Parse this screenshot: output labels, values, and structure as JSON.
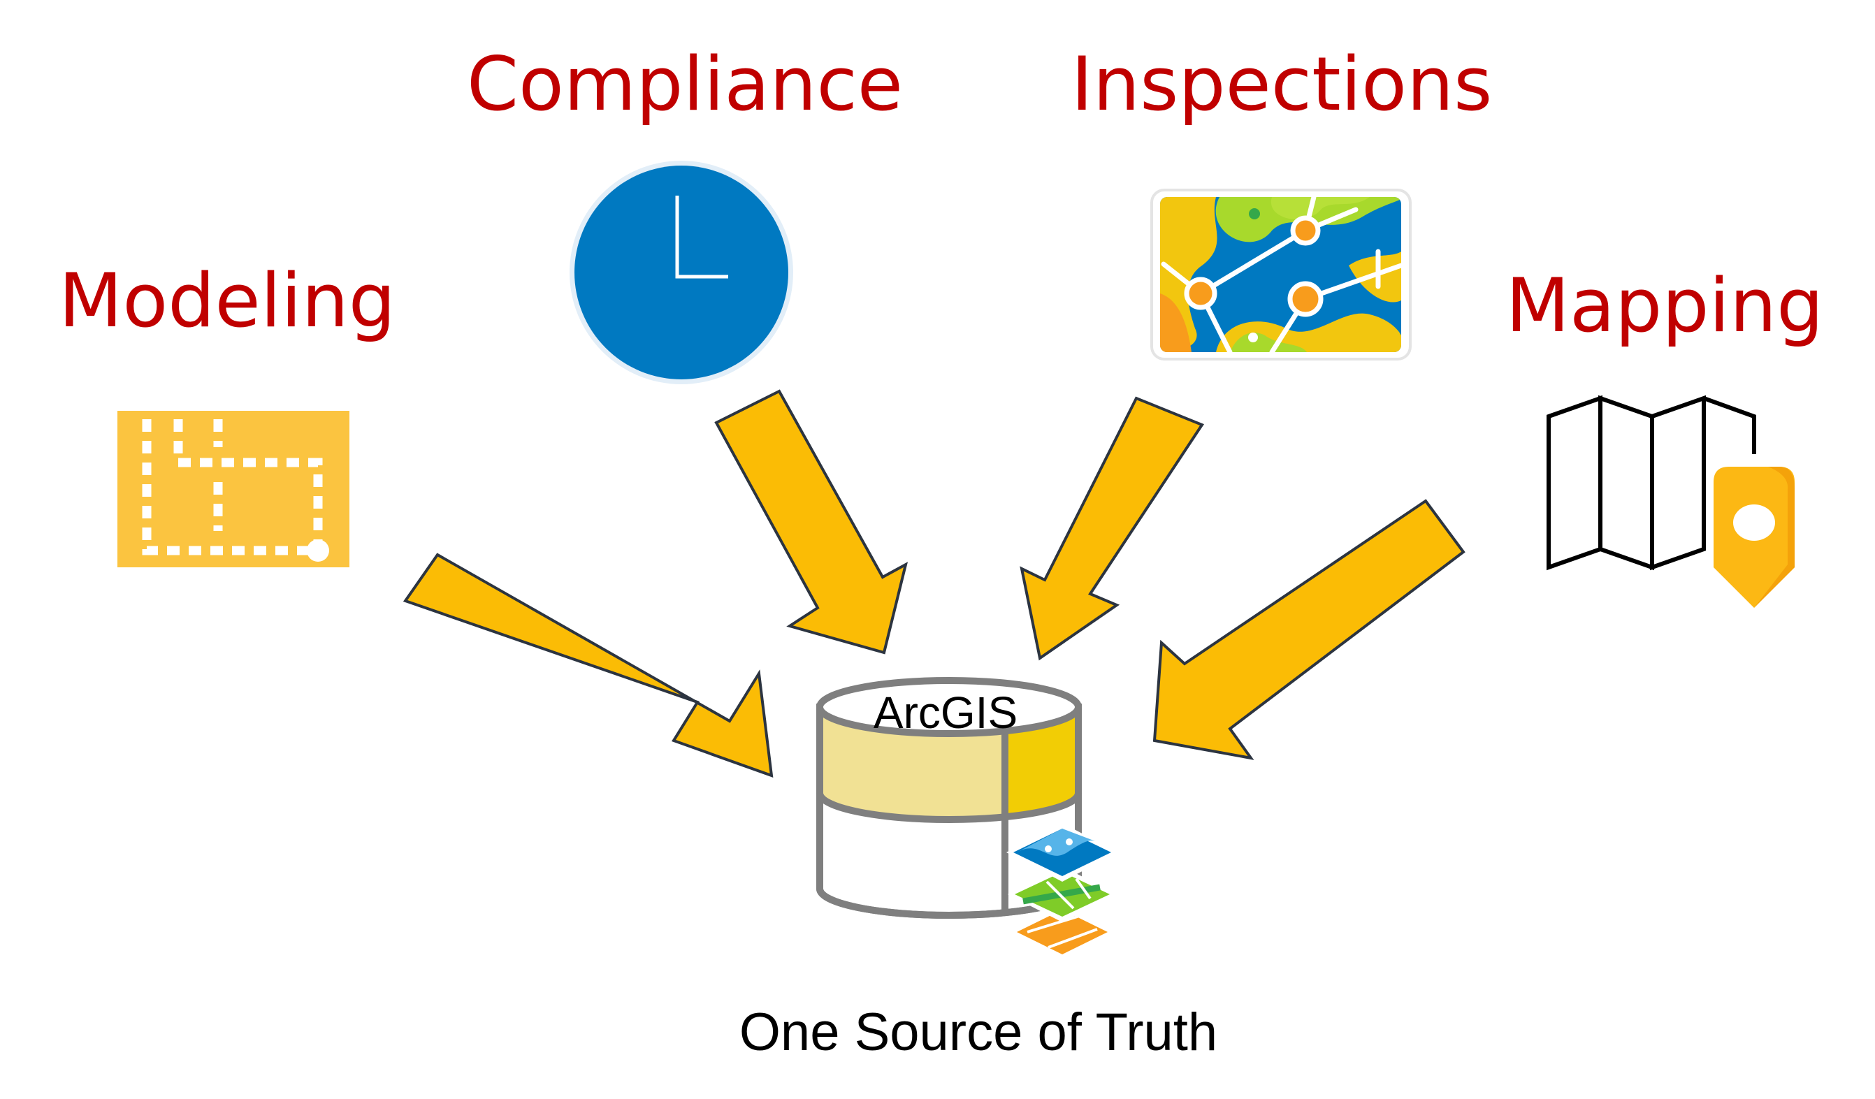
{
  "labels": {
    "modeling": "Modeling",
    "compliance": "Compliance",
    "inspections": "Inspections",
    "mapping": "Mapping"
  },
  "center": {
    "title": "ArcGIS",
    "caption": "One Source of Truth"
  },
  "icons": {
    "modeling": "floor-plan-icon",
    "compliance": "clock-icon",
    "inspections": "network-map-icon",
    "mapping": "folded-map-pin-icon",
    "database": "database-icon",
    "layers": "map-layers-icon"
  },
  "colors": {
    "label_red": "#c00000",
    "arrow_fill": "#fbbc05",
    "arrow_stroke": "#2c3440",
    "clock_blue": "#0079c1",
    "modeling_yellow": "#fbc440",
    "db_band": "#f1e194",
    "db_band_accent": "#f2cd05",
    "db_outline": "#7f7f7f"
  }
}
